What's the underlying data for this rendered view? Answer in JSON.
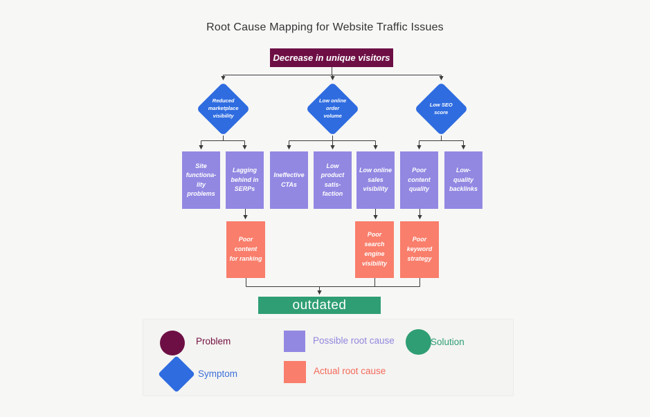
{
  "title": "Root Cause Mapping for Website Traffic Issues",
  "colors": {
    "background": "#f7f7f6",
    "problem": "#6d0f45",
    "symptom": "#2e6ce0",
    "possible_root_cause": "#9288e2",
    "actual_root_cause": "#f97e6b",
    "solution": "#2f9e74",
    "connector": "#3a3a3a"
  },
  "problem": {
    "label": "Decrease in unique visitors"
  },
  "symptoms": [
    {
      "label": "Reduced\nmarketplace\nvisibility"
    },
    {
      "label": "Low online\norder\nvolume"
    },
    {
      "label": "Low SEO\nscore"
    }
  ],
  "possible_root_causes": [
    {
      "label": "Site\nfunctiona-\nlity\nproblems"
    },
    {
      "label": "Lagging\nbehind in\nSERPs"
    },
    {
      "label": "Ineffective\nCTAs"
    },
    {
      "label": "Low\nproduct\nsatis-\nfaction"
    },
    {
      "label": "Low online\nsales\nvisibility"
    },
    {
      "label": "Poor\ncontent\nquality"
    },
    {
      "label": "Low-\nquality\nbacklinks"
    }
  ],
  "actual_root_causes": [
    {
      "label": "Poor\ncontent\nfor ranking"
    },
    {
      "label": "Poor\nsearch\nengine\nvisibility"
    },
    {
      "label": "Poor\nkeyword\nstrategy"
    }
  ],
  "solution": {
    "label": "outdated"
  },
  "legend": {
    "problem": "Problem",
    "symptom": "Symptom",
    "possible_root_cause": "Possible root cause",
    "actual_root_cause": "Actual root cause",
    "solution": "Solution"
  }
}
